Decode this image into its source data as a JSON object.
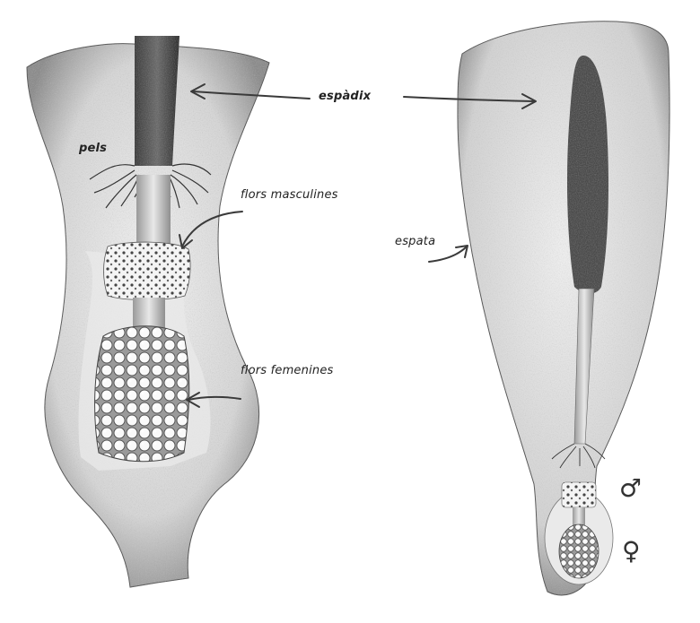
{
  "labels": {
    "spadix": "espàdix",
    "hairs": "pels",
    "male_flowers": "flors masculines",
    "spathe": "espata",
    "female_flowers": "flors femenines"
  },
  "symbols": {
    "male": "♂",
    "female": "♀"
  },
  "colors": {
    "stipple_dark": "#3a3a3a",
    "stipple_mid": "#8a8a8a",
    "stipple_light": "#c9c9c9",
    "background": "#ffffff",
    "ink": "#2a2a2a"
  }
}
